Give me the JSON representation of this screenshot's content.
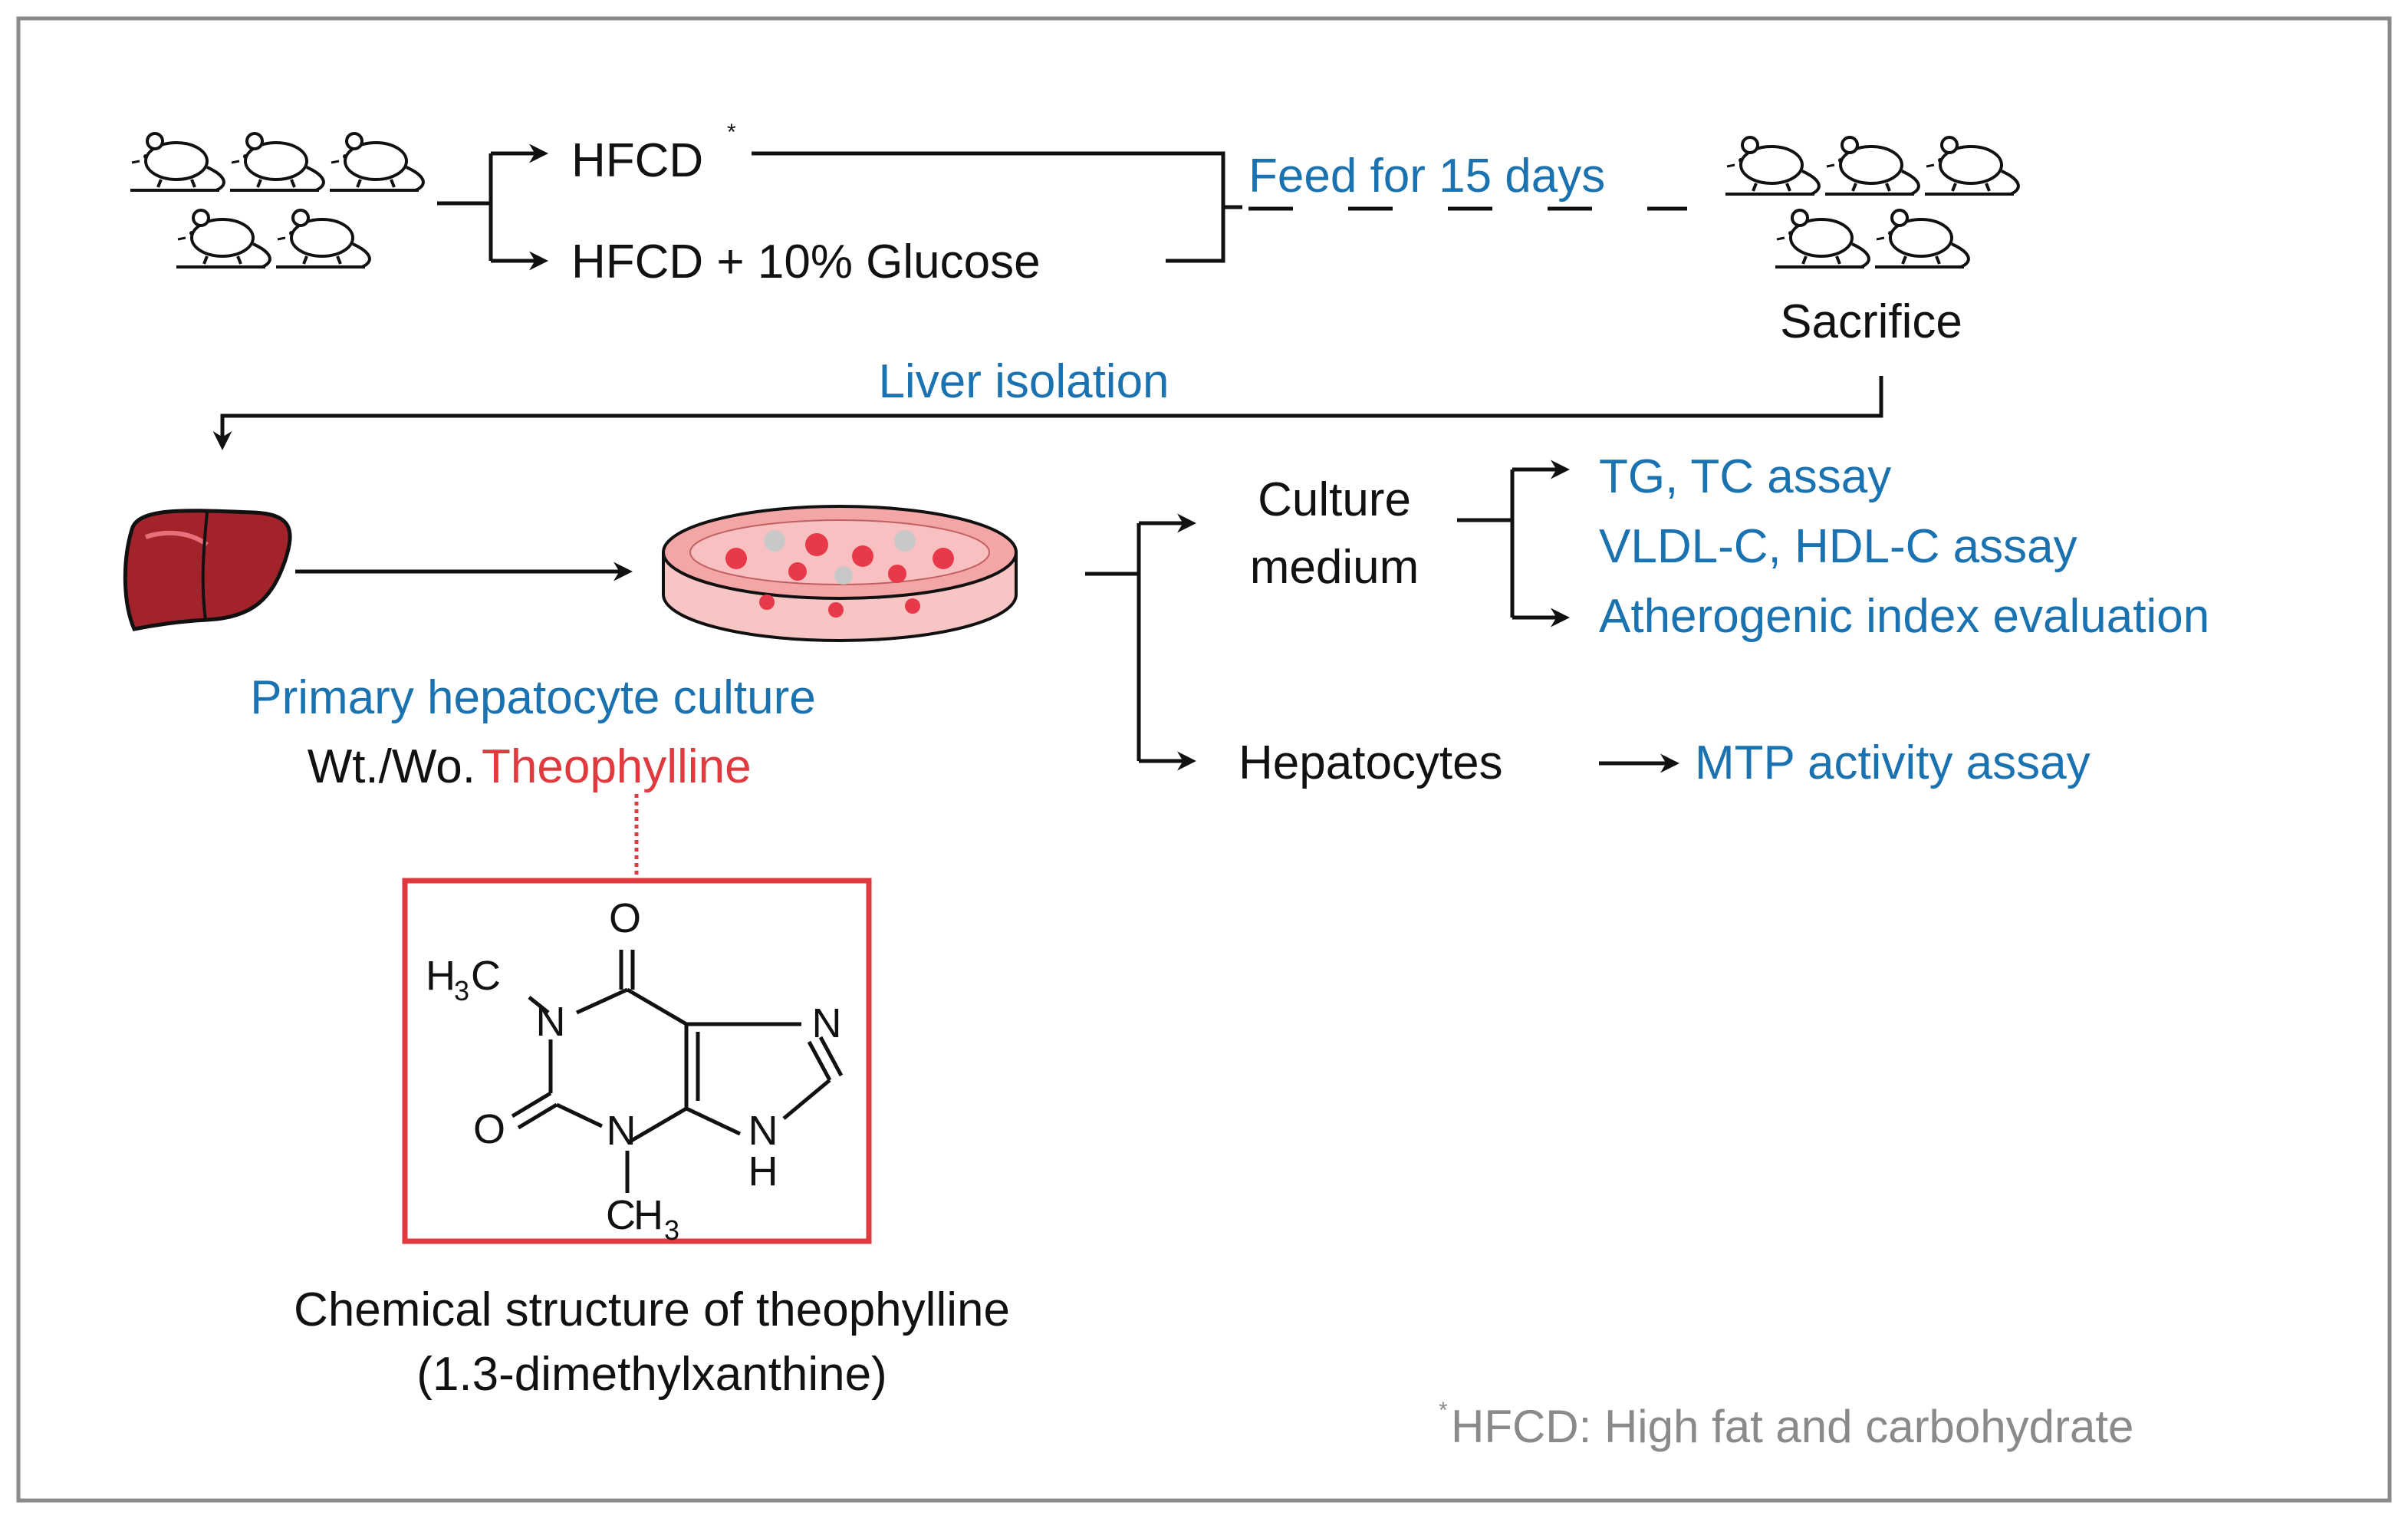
{
  "groups": {
    "diet_hfcd": "HFCD",
    "diet_hfcd_mark": "*",
    "diet_glucose": "HFCD + 10% Glucose"
  },
  "feeding": {
    "feed_label": "Feed for 15 days",
    "sacrifice": "Sacrifice"
  },
  "liver": {
    "isolation": "Liver isolation"
  },
  "culture": {
    "title": "Primary hepatocyte culture",
    "treatment_prefix": "Wt./Wo.",
    "treatment_drug": "Theophylline"
  },
  "branches": {
    "medium_line1": "Culture",
    "medium_line2": "medium",
    "medium_assays": [
      "TG, TC assay",
      "VLDL-C, HDL-C assay",
      "Atherogenic index evaluation"
    ],
    "cells": "Hepatocytes",
    "cells_assay": "MTP activity assay"
  },
  "structure": {
    "atoms": {
      "o_top": "O",
      "h3c": "H",
      "h3c_sub": "3",
      "h3c_c": "C",
      "n1": "N",
      "n_right": "N",
      "o_left": "O",
      "n3": "N",
      "nh_n": "N",
      "nh_h": "H",
      "ch3_c": "C",
      "ch3_h": "H",
      "ch3_sub": "3"
    },
    "caption_line1": "Chemical structure of theophylline",
    "caption_line2": "(1.3-dimethylxanthine)"
  },
  "footnote": {
    "mark": "*",
    "text": "HFCD: High fat and carbohydrate"
  },
  "colors": {
    "text": "#111111",
    "accent_blue": "#1a72b0",
    "accent_red": "#e0393e",
    "note_gray": "#8a8a8a",
    "liver": "#a3232b",
    "dish": "#f4a6a6"
  }
}
